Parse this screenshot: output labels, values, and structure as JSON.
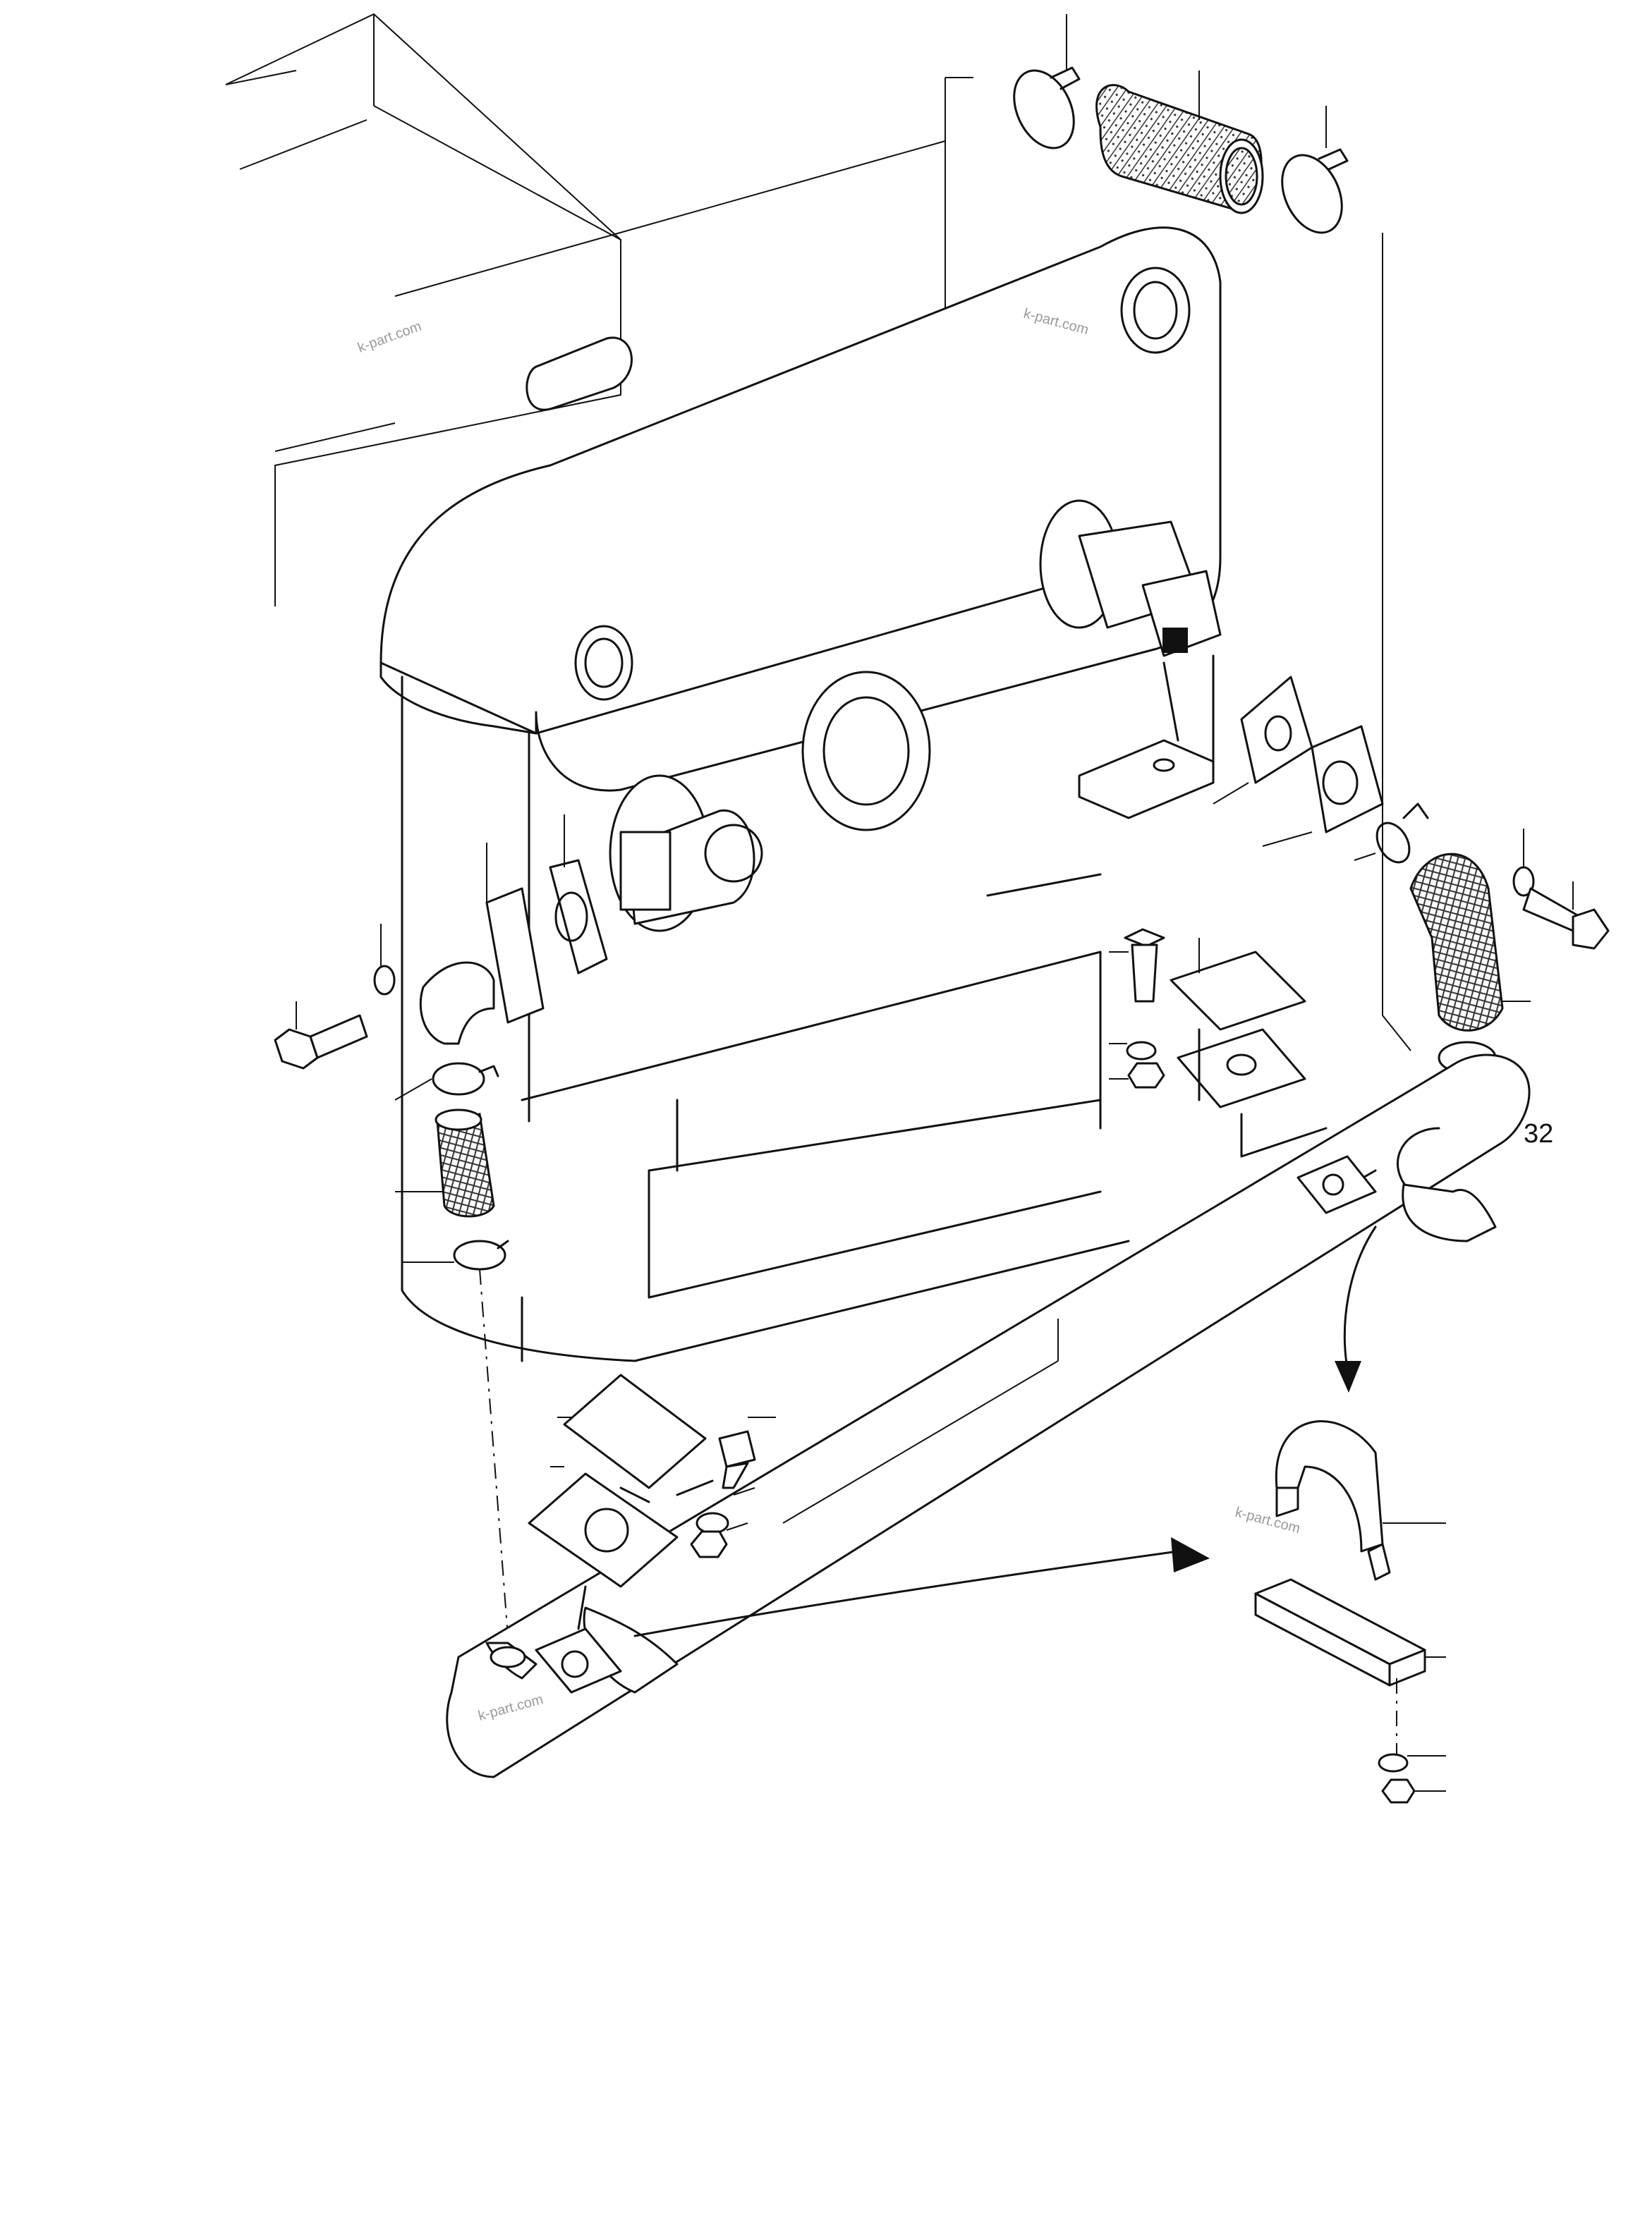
{
  "diagram": {
    "callouts": {
      "hose_clamp_ref": "32"
    },
    "watermarks": [
      "k-part.com",
      "k-part.com",
      "k-part.com",
      "k-part.com"
    ]
  }
}
